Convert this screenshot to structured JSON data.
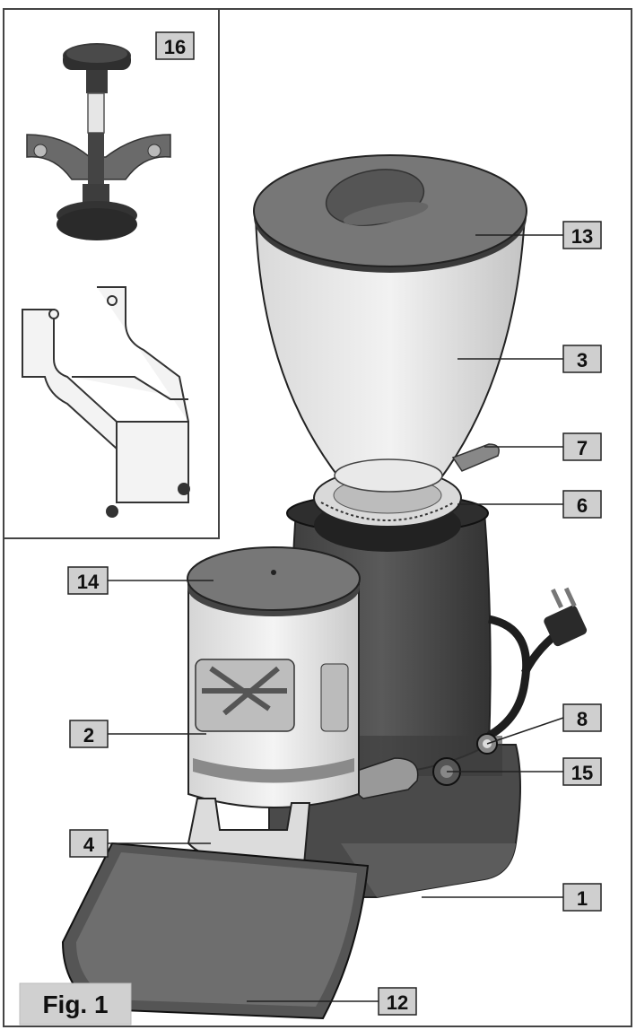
{
  "figure": {
    "caption": "Fig. 1",
    "callouts": [
      {
        "id": "c16",
        "label": "16"
      },
      {
        "id": "c13",
        "label": "13"
      },
      {
        "id": "c3",
        "label": "3"
      },
      {
        "id": "c7",
        "label": "7"
      },
      {
        "id": "c6",
        "label": "6"
      },
      {
        "id": "c14",
        "label": "14"
      },
      {
        "id": "c8",
        "label": "8"
      },
      {
        "id": "c2",
        "label": "2"
      },
      {
        "id": "c15",
        "label": "15"
      },
      {
        "id": "c4",
        "label": "4"
      },
      {
        "id": "c1",
        "label": "1"
      },
      {
        "id": "c12",
        "label": "12"
      }
    ]
  }
}
